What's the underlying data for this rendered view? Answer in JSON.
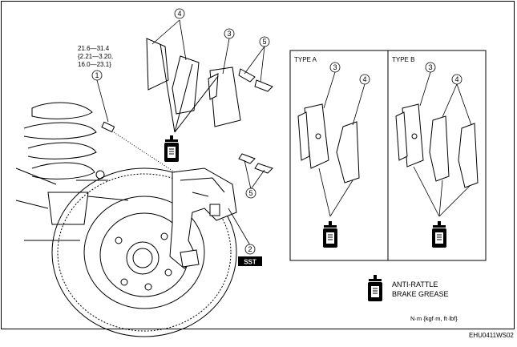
{
  "torque": {
    "line1": "21.6—31.4",
    "line2": "{2.21—3.20,",
    "line3": "16.0—23.1}"
  },
  "callouts": {
    "bolt": "1",
    "caliper": "2",
    "pads": "3",
    "shims": "4",
    "clips": "5"
  },
  "sst_label": "SST",
  "type_a": {
    "title": "TYPE A",
    "pad": "3",
    "shim": "4"
  },
  "type_b": {
    "title": "TYPE B",
    "pad": "3",
    "shim": "4"
  },
  "grease_legend": {
    "line1": "ANTI-RATTLE",
    "line2": "BRAKE GREASE"
  },
  "units": "N·m {kgf·m, ft·lbf}",
  "figure_code": "EHU0411WS02"
}
